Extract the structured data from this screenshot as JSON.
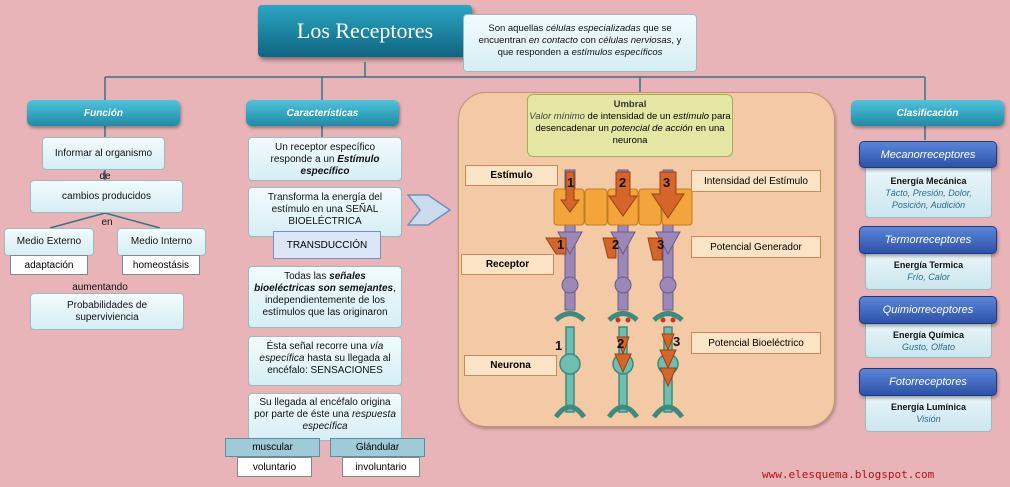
{
  "title": "Los Receptores",
  "definition": {
    "line1_a": "Son aquellas ",
    "line1_i": "células especializadas",
    "line1_b": " que se",
    "line2_a": "encuentran ",
    "line2_i": "en contacto",
    "line2_b": " con ",
    "line2_i2": "células nerviosas",
    "line2_c": ", y",
    "line3_a": "que responden a ",
    "line3_i": "estímulos específicos"
  },
  "funcion": {
    "header": "Función",
    "informar": "Informar al organismo",
    "de": "de",
    "cambios": "cambios producidos",
    "en": "en",
    "externo": "Medio Externo",
    "interno": "Medio Interno",
    "adaptacion": "adaptación",
    "homeostasis": "homeostásis",
    "aumentando": "aumentando",
    "probabilidades": "Probabilidades de superviviencia"
  },
  "caracteristicas": {
    "header": "Características",
    "c1_a": "Un receptor específico responde  a un ",
    "c1_b": "Estímulo específico",
    "c2": "Transforma  la energía del estímulo en una SEÑAL BIOELÉCTRICA",
    "transduccion": "TRANSDUCCIÓN",
    "c3_a": "Todas las ",
    "c3_b": "señales bioeléctricas son semejantes",
    "c3_c": ", independientemente de los estímulos que las originaron",
    "c4_a": "Ésta señal recorre una ",
    "c4_b": "vía específica",
    "c4_c": " hasta su llegada al encéfalo: SENSACIONES",
    "c5_a": "Su llegada al encéfalo origina por parte de éste una ",
    "c5_b": "respuesta específica",
    "muscular": "muscular",
    "glandular": "Glándular",
    "voluntario": "voluntario",
    "involuntario": "involuntario"
  },
  "diagram": {
    "umbral_title": "Umbral",
    "umbral_i": "Valor mínimo",
    "umbral_a": " de intensidad de un ",
    "umbral_i2": "estímulo",
    "umbral_b": " para desencadenar un ",
    "umbral_i3": "potencial de acción",
    "umbral_c": " en una neurona",
    "estimulo": "Estímulo",
    "receptor": "Receptor",
    "neurona": "Neurona",
    "intensidad": "Intensidad del Estímulo",
    "potencial_generador": "Potencial Generador",
    "potencial_bioelectrico": "Potencial Bioeléctrico",
    "numbers": [
      "1",
      "2",
      "3"
    ]
  },
  "clasificacion": {
    "header": "Clasificación",
    "items": [
      {
        "name": "Mecanorreceptores",
        "energy": "Energía Mecánica",
        "examples": "Tácto, Presión, Dolor, Posición, Audición"
      },
      {
        "name": "Termorreceptores",
        "energy": "Energía Termica",
        "examples": "Frío, Calor"
      },
      {
        "name": "Quimiorreceptores",
        "energy": "Energía Química",
        "examples": "Gusto, Olfato"
      },
      {
        "name": "Fotorreceptores",
        "energy": "Energía Lumínica",
        "examples": "Visión"
      }
    ]
  },
  "footer": "www.elesquema.blogspot.com",
  "colors": {
    "accent": "#1f8aa6",
    "title_bg": "#166d86",
    "blue": "#2d52a8",
    "panel": "#f4c9a6"
  }
}
